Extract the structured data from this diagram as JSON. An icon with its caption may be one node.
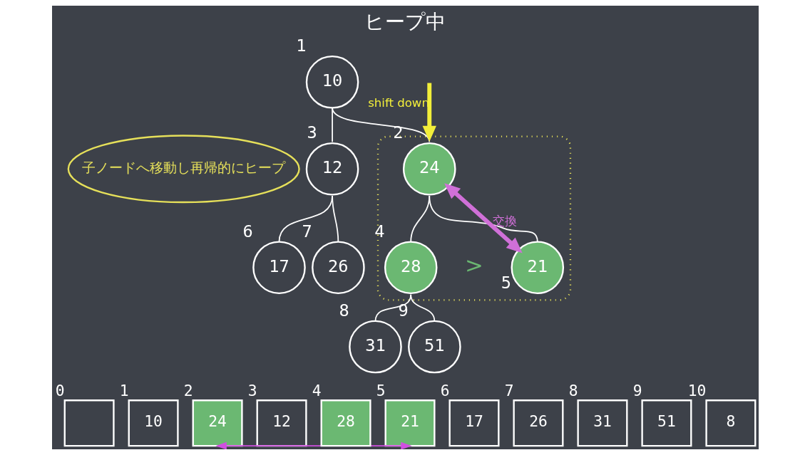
{
  "diagram": {
    "title": "ヒープ中",
    "nodes": [
      {
        "text": [
          "子ノードへ移動し再帰的にヒープ"
        ]
      },
      {
        "text": [],
        "shape": "cloud"
      },
      {
        "text": [
          "10"
        ],
        "beside": [
          "1"
        ]
      },
      {
        "text": [
          "24"
        ],
        "in": 1,
        "beside": [
          "2"
        ]
      },
      {
        "text": [
          "12"
        ],
        "beside": [
          "3"
        ]
      },
      {
        "text": [
          "28"
        ],
        "in": 1,
        "beside": [
          "4"
        ]
      },
      {
        "text": [
          "21"
        ],
        "in": 1,
        "beside": [
          "5"
        ]
      },
      {
        "text": [
          "17"
        ],
        "beside": [
          "6"
        ]
      },
      {
        "text": [
          "26"
        ],
        "beside": [
          "7"
        ]
      },
      {
        "text": [
          "31"
        ],
        "beside": [
          "8"
        ]
      },
      {
        "text": [
          "51"
        ],
        "beside": [
          "9"
        ]
      },
      {
        "text": [],
        "shape": "box",
        "beside": [
          "0"
        ]
      },
      {
        "text": [
          "10"
        ],
        "beside": [
          "1"
        ]
      },
      {
        "text": [
          "24"
        ],
        "beside": [
          "2"
        ]
      },
      {
        "text": [
          "12"
        ],
        "beside": [
          "3"
        ]
      },
      {
        "text": [
          "28"
        ],
        "beside": [
          "4"
        ]
      },
      {
        "text": [
          "21"
        ],
        "beside": [
          "5"
        ]
      },
      {
        "text": [
          "17"
        ],
        "beside": [
          "6"
        ]
      },
      {
        "text": [
          "26"
        ],
        "beside": [
          "7"
        ]
      },
      {
        "text": [
          "31"
        ],
        "beside": [
          "8"
        ]
      },
      {
        "text": [
          "51"
        ],
        "beside": [
          "9"
        ]
      },
      {
        "text": [
          "8"
        ],
        "beside": [
          "10"
        ]
      }
    ],
    "edges": [
      {
        "from": 2,
        "to": 3,
        "arrow": "none"
      },
      {
        "from": 2,
        "to": 4,
        "arrow": "none"
      },
      {
        "from": 3,
        "to": 5,
        "arrow": "none"
      },
      {
        "from": 3,
        "to": 6,
        "arrow": "none"
      },
      {
        "from": 4,
        "to": 7,
        "arrow": "none"
      },
      {
        "from": 4,
        "to": 8,
        "arrow": "none"
      },
      {
        "from": 5,
        "to": 9,
        "arrow": "none"
      },
      {
        "from": 5,
        "to": 10,
        "arrow": "none"
      },
      {
        "from": null,
        "to": 1,
        "arrow": "to",
        "label": "shift down",
        "style": "thick",
        "color": "#f2ee3a"
      },
      {
        "from": 3,
        "to": 6,
        "arrow": "both",
        "label": "交換",
        "style": "thick",
        "color": "#d070d8"
      },
      {
        "from": 13,
        "to": 16,
        "arrow": "both",
        "color": "#d050e0"
      }
    ],
    "labels": [
      ">"
    ]
  }
}
